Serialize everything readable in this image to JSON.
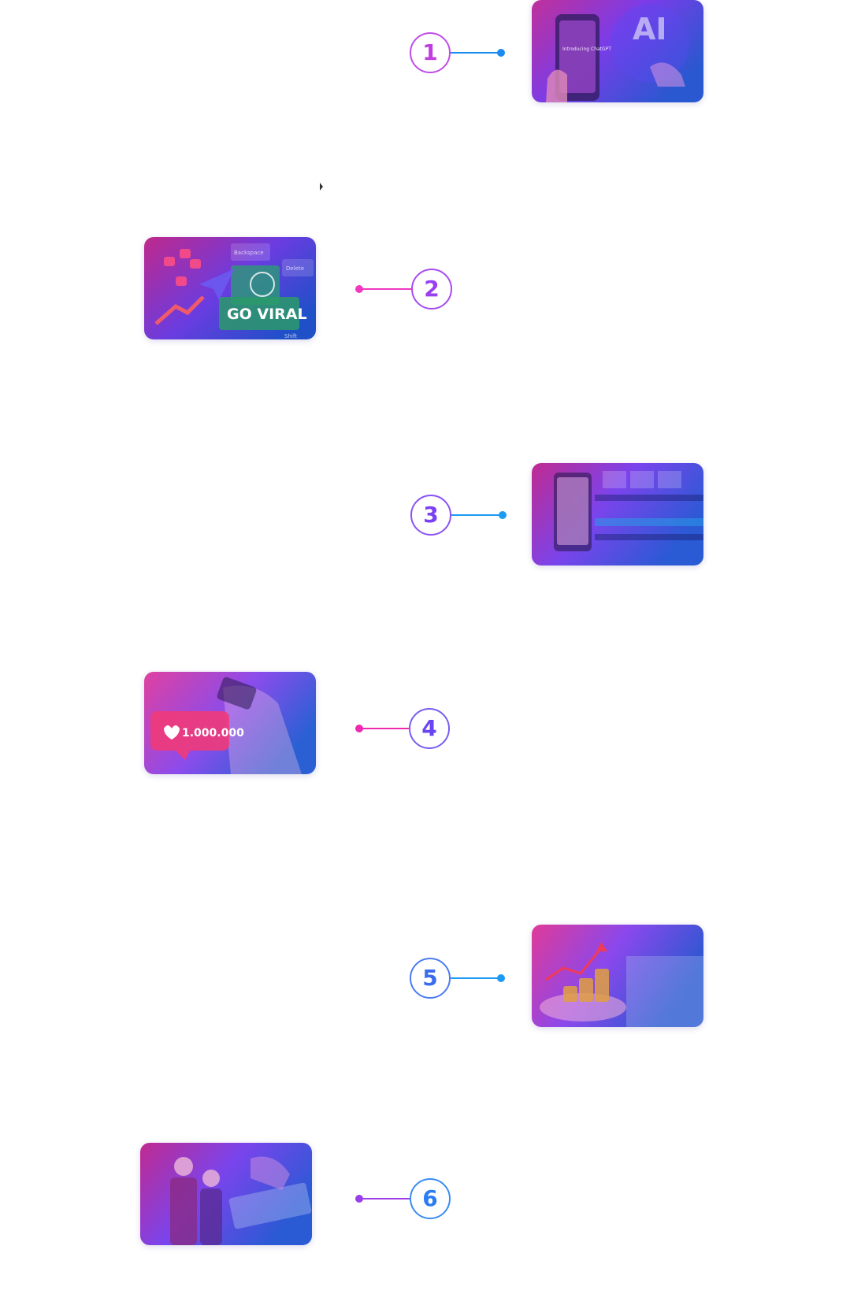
{
  "timeline": {
    "steps": [
      {
        "number": "1",
        "side": "right",
        "image": "ai-chatgpt-phone-image",
        "overlay_text": "AI",
        "phone_text": "Introducing ChatGPT",
        "ring_color": "#c04ce8",
        "text_color": "#c03de0",
        "dot_color": "#1b8bf2"
      },
      {
        "number": "2",
        "side": "left",
        "image": "go-viral-keyboard-image",
        "overlay_text": "GO VIRAL",
        "key_labels": [
          "Backspace",
          "Delete",
          "Shift"
        ],
        "ring_color": "#a74cf0",
        "text_color": "#9a3ff0",
        "dot_color": "#f038c0"
      },
      {
        "number": "3",
        "side": "right",
        "image": "video-editing-phone-image",
        "ring_color": "#8a52f4",
        "text_color": "#7a3ff2",
        "dot_color": "#1b9bf2"
      },
      {
        "number": "4",
        "side": "left",
        "image": "million-likes-phone-image",
        "overlay_text": "1.000.000",
        "ring_color": "#7a5cf4",
        "text_color": "#6a44f2",
        "dot_color": "#f02ab0"
      },
      {
        "number": "5",
        "side": "right",
        "image": "coins-money-growth-image",
        "ring_color": "#4a7cf2",
        "text_color": "#3a6cf0",
        "dot_color": "#1b9bf2"
      },
      {
        "number": "6",
        "side": "left",
        "image": "couple-keyboard-image",
        "ring_color": "#3a8cf4",
        "text_color": "#2a7cf2",
        "dot_color": "#9a3ee8"
      }
    ]
  },
  "colors": {
    "gradient_magenta": "#d2288c",
    "gradient_purple": "#8a3cf0",
    "gradient_blue": "#2a64d8",
    "line_top": "#c04ce8",
    "line_bottom": "#2a8cf4"
  }
}
